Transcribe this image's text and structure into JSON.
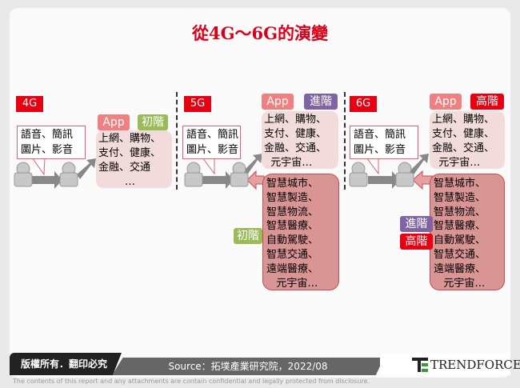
{
  "title": "從4G～6G的演變",
  "bubble_text": "語音、簡訊\n圖片、影音",
  "panels": [
    {
      "gen": "4G",
      "app_label": "App",
      "level": "初階",
      "apps": "上網、購物、\n支付、健康、\n金融、交通\n        …"
    },
    {
      "gen": "5G",
      "app_label": "App",
      "level": "進階",
      "apps": "上網、購物、\n支付、健康、\n金融、交通、\n  元宇宙…",
      "smart": "智慧城市、\n智慧製造、\n智慧物流、\n智慧醫療、\n自動駕駛、\n智慧交通、\n遠端醫療、\n   元宇宙…",
      "smart_levels": [
        "初階"
      ]
    },
    {
      "gen": "6G",
      "app_label": "App",
      "level": "高階",
      "apps": "上網、購物、\n支付、健康、\n金融、交通、\n  元宇宙…",
      "smart": "智慧城市、\n智慧製造、\n智慧物流、\n智慧醫療、\n自動駕駛、\n智慧交通、\n遠端醫療、\n   元宇宙…",
      "smart_levels": [
        "進階",
        "高階"
      ]
    }
  ],
  "footer": {
    "copyright": "版權所有．翻印必究",
    "source": "Source：拓墣產業研究院，2022/08",
    "brand": "TRENDFORCE",
    "disclaimer": "The contents of this report and any attachments are contain confidential and legally protected from disclosure."
  },
  "colors": {
    "title": "#d9001b",
    "gen": "#e60012",
    "app": "#f08080",
    "basic": "#9bbb59",
    "advanced": "#8064a2",
    "high": "#e60012"
  }
}
